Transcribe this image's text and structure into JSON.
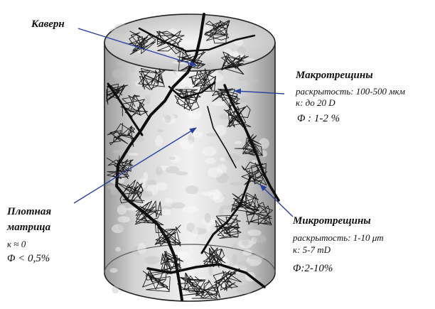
{
  "labels": {
    "cavern": "Каверн",
    "macro": {
      "title": "Макротрещины",
      "aperture": "раскрытость: 100-500 мкм",
      "perm": "к: до 20 D",
      "porosity": "Φ : 1-2 %"
    },
    "matrix": {
      "title1": "Плотная",
      "title2": "матрица",
      "perm": "к ≈ 0",
      "porosity": "Φ < 0,5%"
    },
    "micro": {
      "title": "Микротрещины",
      "aperture": "раскрытость: 1-10 μm",
      "perm": "к: 5-7 mD",
      "porosity": "Φ:2-10%"
    }
  },
  "colors": {
    "arrow": "#2b3f9e",
    "fracture": "#0d0d0d",
    "core_light": "#e8e8e8",
    "core_dark": "#a8a8a8"
  }
}
